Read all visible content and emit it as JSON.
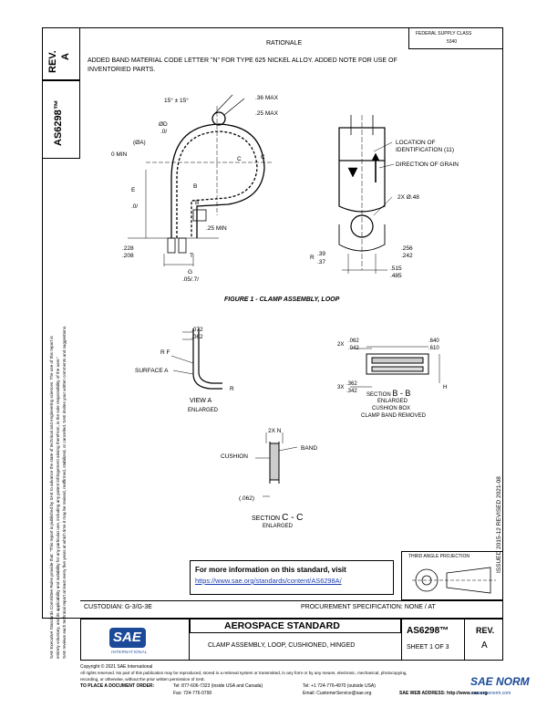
{
  "left_margin": {
    "rev_label": "REV.",
    "rev_value": "A",
    "doc_number": "AS6298™",
    "legal_1": "SAE Executive Standards Committee Rules provide that: \"This report is published by SAE to advance the state of technical and engineering sciences. The use of this report is",
    "legal_2": "entirely voluntary, and its applicability and suitability for any particular use, including any patent infringement arising therefrom, is the sole responsibility of the user.\"",
    "legal_3": "SAE reviews each technical report at least every five years at which time it may be revised, reaffirmed, stabilized, or cancelled. SAE invites your written comments and suggestions."
  },
  "header": {
    "rationale_title": "RATIONALE",
    "rationale_text_1": "ADDED BAND MATERIAL CODE LETTER \"N\" FOR TYPE 625 NICKEL ALLOY. ADDED NOTE FOR USE OF",
    "rationale_text_2": "INVENTORIED PARTS.",
    "fed_label": "FEDERAL SUPPLY CLASS",
    "fed_value": "5340"
  },
  "figure1": {
    "caption": "FIGURE 1 - CLAMP ASSEMBLY, LOOP",
    "dims": {
      "angle": "15° ± 15°",
      "max36": ".36 MAX",
      "max25": ".25 MAX",
      "phi_d": "ØD",
      "d_tol": ".0/",
      "phi_a": "(ØA)",
      "zero_min": "0 MIN",
      "c_label": "C",
      "b_label": "B",
      "e_label": "E",
      "e_tol": ".0/",
      "min25": ".25 MIN",
      "d228": ".228",
      "d208": ".208",
      "t_label": "T",
      "g_label": "G",
      "g_tol": ".05/.7/",
      "loc_ident_1": "LOCATION OF",
      "loc_ident_2": "IDENTIFICATION (11)",
      "dir_grain": "DIRECTION OF GRAIN",
      "hole": "2X Ø.48",
      "r_label": "R",
      "r_top": ".39",
      "r_bot": ".37",
      "d256": ".256",
      "d242": ".242",
      "d515": ".515",
      "d485": ".485"
    }
  },
  "view_a": {
    "d072": ".072",
    "d062": ".062",
    "rf": "R F",
    "surface": "SURFACE A",
    "r": "R",
    "title": "VIEW A",
    "sub": "ENLARGED"
  },
  "section_bb": {
    "d062": ".062",
    "d042": ".042",
    "n2x": "2X",
    "d640": ".640",
    "d610": ".610",
    "d362": ".362",
    "d342": ".342",
    "n3x": "3X",
    "h": "H",
    "title": "SECTION",
    "letter": "B - B",
    "sub1": "ENLARGED",
    "sub2": "CUSHION BOX",
    "sub3": "CLAMP BAND REMOVED"
  },
  "section_cc": {
    "n2x": "2X N",
    "band": "BAND",
    "cushion": "CUSHION",
    "d062": "(.062)",
    "title": "SECTION",
    "letter": "C - C",
    "sub": "ENLARGED"
  },
  "info_box": {
    "title": "For more information on this standard, visit",
    "link": "https://www.sae.org/standards/content/AS6298A/"
  },
  "projection": {
    "label": "THIRD ANGLE PROJECTION"
  },
  "right_vertical": {
    "text": "ISSUED 2015-12     REVISED 2021-08"
  },
  "title_block": {
    "custodian": "CUSTODIAN: G-3/G-3E",
    "procurement": "PROCUREMENT SPECIFICATION: NONE / AT",
    "standard": "AEROSPACE STANDARD",
    "title": "CLAMP ASSEMBLY, LOOP, CUSHIONED, HINGED",
    "doc": "AS6298™",
    "sheet": "SHEET 1 OF 3",
    "rev_label": "REV.",
    "rev_value": "A",
    "sae_logo": "SAE",
    "sae_sub": "INTERNATIONAL"
  },
  "footer": {
    "copyright": "Copyright © 2021 SAE International",
    "rights_1": "All rights reserved. No part of this publication may be reproduced, stored in a retrieval system or transmitted, in any form or by any means, electronic, mechanical, photocopying,",
    "rights_2": "recording, or otherwise, without the prior written permission of SAE.",
    "order": "TO PLACE A DOCUMENT ORDER:",
    "tel1": "Tel: 877-606-7323 (inside USA and Canada)",
    "tel2": "Tel: +1 724-776-4970 (outside USA)",
    "fax": "Fax: 724-776-0790",
    "email": "Email: CustomerService@sae.org",
    "web": "SAE WEB ADDRESS: http://www.sae.org",
    "watermark": "SAE NORM",
    "watermark_sub": "www.saenorm.com"
  }
}
